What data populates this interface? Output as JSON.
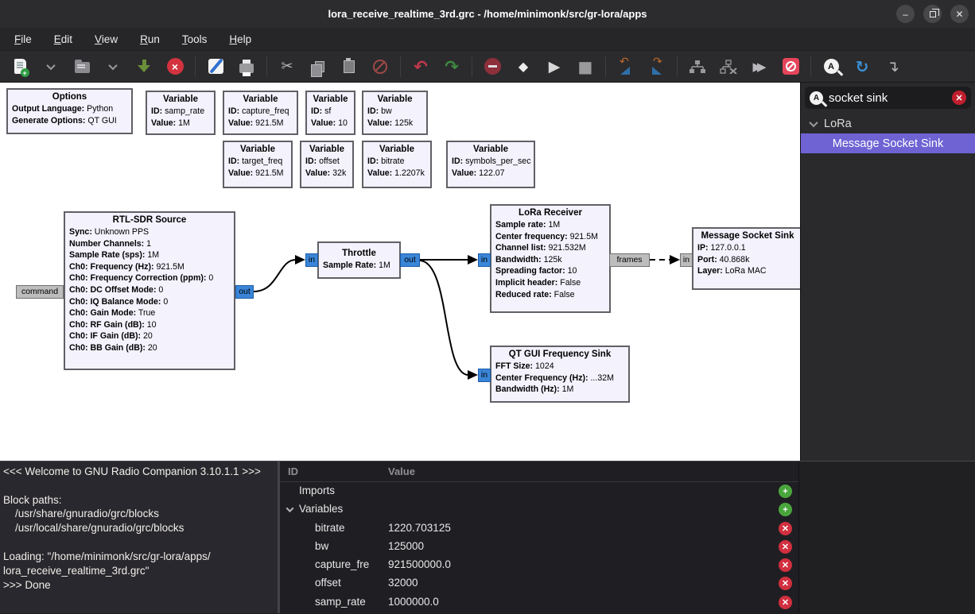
{
  "window": {
    "title": "lora_receive_realtime_3rd.grc - /home/minimonk/src/gr-lora/apps"
  },
  "menu": {
    "items": [
      "File",
      "Edit",
      "View",
      "Run",
      "Tools",
      "Help"
    ]
  },
  "toolbar": {
    "icons": [
      "new-flowgraph",
      "new-type-chevron",
      "open-flowgraph",
      "open-recent-chevron",
      "save",
      "close",
      "edit-properties",
      "print",
      "cut",
      "copy",
      "paste",
      "delete",
      "undo",
      "redo",
      "view-errors",
      "flowgraph-properties",
      "execute",
      "kill",
      "rotate-counterclockwise",
      "rotate-clockwise",
      "enable-blocks",
      "disable-blocks",
      "bypass-blocks",
      "toggle-disabled-blocks",
      "find-blocks",
      "reload-blocks",
      "import"
    ]
  },
  "search": {
    "value": "socket sink"
  },
  "sidebar": {
    "category": "LoRa",
    "items": [
      {
        "label": "Message Socket Sink",
        "selected": true
      }
    ]
  },
  "canvas": {
    "blocks": {
      "options": {
        "title": "Options",
        "params": [
          {
            "k": "Output Language:",
            "v": " Python"
          },
          {
            "k": "Generate Options:",
            "v": " QT GUI"
          }
        ]
      },
      "samp_rate": {
        "title": "Variable",
        "params": [
          {
            "k": "ID:",
            "v": " samp_rate"
          },
          {
            "k": "Value:",
            "v": " 1M"
          }
        ]
      },
      "capture_freq": {
        "title": "Variable",
        "params": [
          {
            "k": "ID:",
            "v": " capture_freq"
          },
          {
            "k": "Value:",
            "v": " 921.5M"
          }
        ]
      },
      "sf": {
        "title": "Variable",
        "params": [
          {
            "k": "ID:",
            "v": " sf"
          },
          {
            "k": "Value:",
            "v": " 10"
          }
        ]
      },
      "bw": {
        "title": "Variable",
        "params": [
          {
            "k": "ID:",
            "v": " bw"
          },
          {
            "k": "Value:",
            "v": " 125k"
          }
        ]
      },
      "target_freq": {
        "title": "Variable",
        "params": [
          {
            "k": "ID:",
            "v": " target_freq"
          },
          {
            "k": "Value:",
            "v": " 921.5M"
          }
        ]
      },
      "offset": {
        "title": "Variable",
        "params": [
          {
            "k": "ID:",
            "v": " offset"
          },
          {
            "k": "Value:",
            "v": " 32k"
          }
        ]
      },
      "bitrate": {
        "title": "Variable",
        "params": [
          {
            "k": "ID:",
            "v": " bitrate"
          },
          {
            "k": "Value:",
            "v": " 1.2207k"
          }
        ]
      },
      "symbols_per_sec": {
        "title": "Variable",
        "params": [
          {
            "k": "ID:",
            "v": " symbols_per_sec"
          },
          {
            "k": "Value:",
            "v": " 122.07"
          }
        ]
      },
      "rtl_sdr": {
        "title": "RTL-SDR Source",
        "params": [
          {
            "k": "Sync:",
            "v": " Unknown PPS"
          },
          {
            "k": "Number Channels:",
            "v": " 1"
          },
          {
            "k": "Sample Rate (sps):",
            "v": " 1M"
          },
          {
            "k": "Ch0: Frequency (Hz):",
            "v": " 921.5M"
          },
          {
            "k": "Ch0: Frequency Correction (ppm):",
            "v": " 0"
          },
          {
            "k": "Ch0: DC Offset Mode:",
            "v": " 0"
          },
          {
            "k": "Ch0: IQ Balance Mode:",
            "v": " 0"
          },
          {
            "k": "Ch0: Gain Mode:",
            "v": " True"
          },
          {
            "k": "Ch0: RF Gain (dB):",
            "v": " 10"
          },
          {
            "k": "Ch0: IF Gain (dB):",
            "v": " 20"
          },
          {
            "k": "Ch0: BB Gain (dB):",
            "v": " 20"
          }
        ]
      },
      "throttle": {
        "title": "Throttle",
        "params": [
          {
            "k": "Sample Rate:",
            "v": " 1M"
          }
        ]
      },
      "lora_receiver": {
        "title": "LoRa Receiver",
        "params": [
          {
            "k": "Sample rate:",
            "v": " 1M"
          },
          {
            "k": "Center frequency:",
            "v": " 921.5M"
          },
          {
            "k": "Channel list:",
            "v": " 921.532M"
          },
          {
            "k": "Bandwidth:",
            "v": " 125k"
          },
          {
            "k": "Spreading factor:",
            "v": " 10"
          },
          {
            "k": "Implicit header:",
            "v": " False"
          },
          {
            "k": "Reduced rate:",
            "v": " False"
          }
        ]
      },
      "msg_socket_sink": {
        "title": "Message Socket Sink",
        "params": [
          {
            "k": "IP:",
            "v": " 127.0.0.1"
          },
          {
            "k": "Port:",
            "v": " 40.868k"
          },
          {
            "k": "Layer:",
            "v": " LoRa MAC"
          }
        ]
      },
      "freq_sink": {
        "title": "QT GUI Frequency Sink",
        "params": [
          {
            "k": "FFT Size:",
            "v": " 1024"
          },
          {
            "k": "Center Frequency (Hz):",
            "v": " ...32M"
          },
          {
            "k": "Bandwidth (Hz):",
            "v": " 1M"
          }
        ]
      }
    },
    "ports": {
      "rtl_cmd": "command",
      "rtl_out": "out",
      "thr_in": "in",
      "thr_out": "out",
      "lora_in": "in",
      "lora_out": "frames",
      "mss_in": "in",
      "fs_in": "in"
    }
  },
  "console": {
    "text": "<<< Welcome to GNU Radio Companion 3.10.1.1 >>>\n\nBlock paths:\n    /usr/share/gnuradio/grc/blocks\n    /usr/local/share/gnuradio/grc/blocks\n\nLoading: \"/home/minimonk/src/gr-lora/apps/\nlora_receive_realtime_3rd.grc\"\n>>> Done"
  },
  "properties": {
    "headers": {
      "id": "ID",
      "value": "Value"
    },
    "groups": [
      {
        "label": "Imports"
      },
      {
        "label": "Variables"
      }
    ],
    "rows": [
      {
        "id": "bitrate",
        "value": "1220.703125"
      },
      {
        "id": "bw",
        "value": "125000"
      },
      {
        "id": "capture_fre",
        "value": "921500000.0"
      },
      {
        "id": "offset",
        "value": "32000"
      },
      {
        "id": "samp_rate",
        "value": "1000000.0"
      }
    ]
  },
  "colors": {
    "port_stream": "#3a85d8",
    "port_message": "#bdbdbd",
    "selection": "#6f63d4",
    "block_fill": "#f4f2fd",
    "accent_green": "#4aa63c",
    "accent_red": "#d12f3f"
  }
}
